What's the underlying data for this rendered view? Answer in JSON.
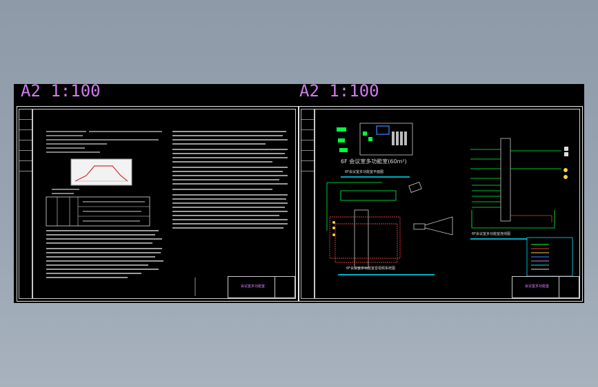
{
  "layouts": [
    {
      "label": "A2 1:100"
    },
    {
      "label": "A2 1:100"
    }
  ],
  "drawing": {
    "room_title": "6F  会议室多功能室(60m²)",
    "caption_room": "6F会议室多功能室平面图",
    "caption_system": "6F会议室多功能室音视频系统图",
    "caption_matrix": "6F会议室多功能室连线图",
    "title_block_left": "会议室多功能室",
    "title_block_right": "会议室多功能室"
  },
  "colors": {
    "background": "#000000",
    "layout_label": "#d07cf0",
    "caption_line": "#00e5ff",
    "device": "#00ff40",
    "cable_red": "#e04040",
    "cable_yellow": "#ffd040"
  }
}
